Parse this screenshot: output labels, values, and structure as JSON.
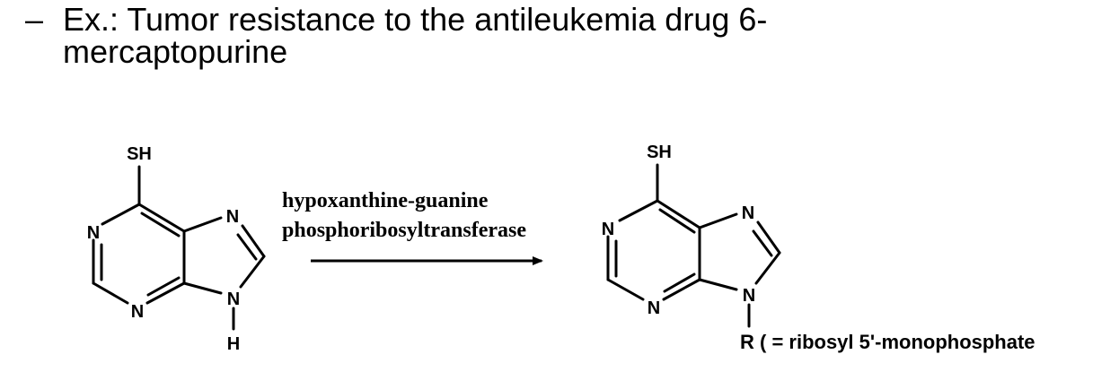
{
  "slide": {
    "bullet_dash": "–",
    "bullet_line1": "Ex.: Tumor resistance to the antileukemia drug 6-",
    "bullet_line2": "mercaptopurine"
  },
  "reaction": {
    "enzyme_line1": "hypoxanthine-guanine",
    "enzyme_line2": "phosphoribosyltransferase"
  },
  "reactant": {
    "thiol": "SH",
    "n1": "N",
    "n3": "N",
    "n7": "N",
    "n9": "N",
    "h9": "H"
  },
  "product": {
    "thiol": "SH",
    "n1": "N",
    "n3": "N",
    "n7": "N",
    "n9": "N",
    "r_group": "R ( = ribosyl 5'-monophosphate"
  }
}
